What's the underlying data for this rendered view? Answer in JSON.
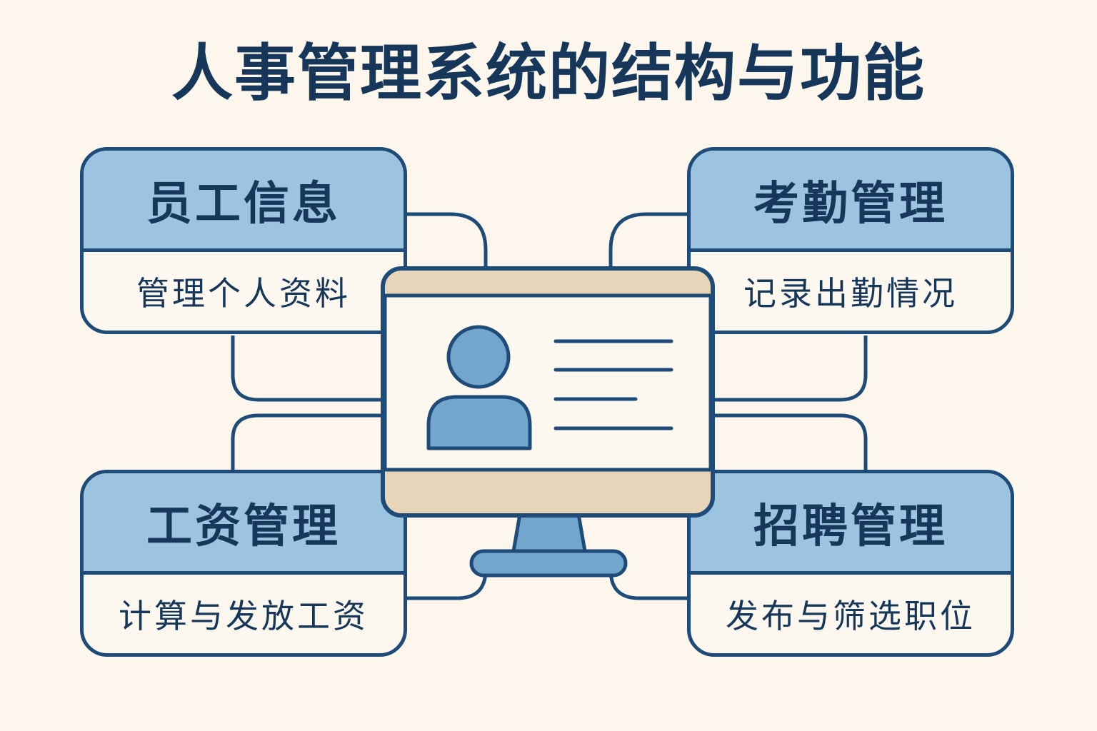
{
  "title": "人事管理系统的结构与功能",
  "modules": {
    "employee_info": {
      "title": "员工信息",
      "desc": "管理个人资料"
    },
    "attendance": {
      "title": "考勤管理",
      "desc": "记录出勤情况"
    },
    "payroll": {
      "title": "工资管理",
      "desc": "计算与发放工资"
    },
    "recruitment": {
      "title": "招聘管理",
      "desc": "发布与筛选职位"
    }
  },
  "colors": {
    "background": "#fcf6ec",
    "outline": "#1f4b78",
    "card_header": "#9cc3df",
    "monitor_bar": "#e6d5b8",
    "avatar": "#73a6cc",
    "text": "#17375a"
  },
  "icons": {
    "center": "computer-monitor-icon",
    "profile": "user-avatar-icon"
  }
}
